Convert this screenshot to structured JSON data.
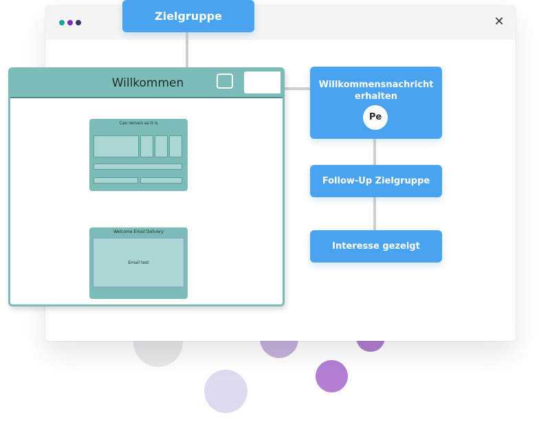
{
  "window": {
    "close_icon": "close-icon"
  },
  "titlebar_dots": [
    "#1ba39c",
    "#7b2fb5",
    "#333b5a"
  ],
  "flow": {
    "top_node": "Zielgruppe",
    "welcome_node": "Willkommensnachricht erhalten",
    "welcome_badge": "Pe",
    "follow_node": "Follow-Up Zielgruppe",
    "interest_node": "Interesse gezeigt"
  },
  "panel": {
    "title": "Willkommen",
    "thumb1_title": "Can remain as it is",
    "thumb2_title": "Welcome Email Delivery",
    "thumb2_body": "Email test"
  },
  "colors": {
    "node_blue": "#4aa3ef",
    "panel_teal": "#7cbcb8"
  }
}
